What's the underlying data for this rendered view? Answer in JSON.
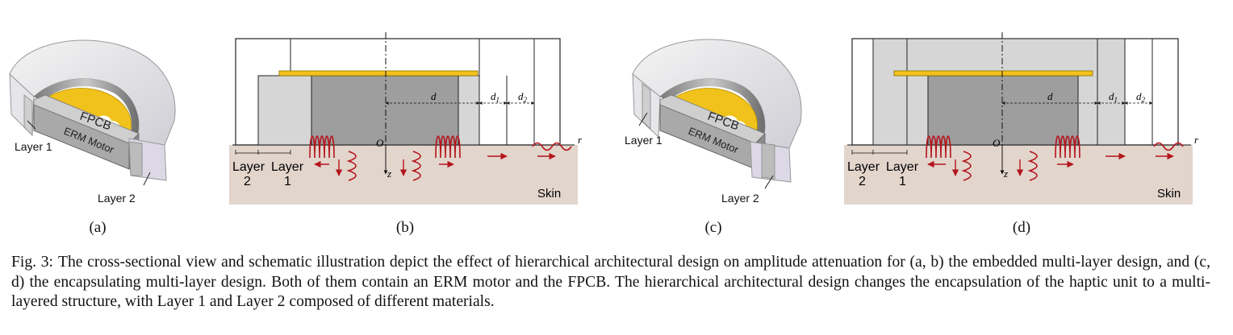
{
  "panels": {
    "a": {
      "label": "(a)",
      "layer1": "Layer 1",
      "layer2": "Layer 2",
      "fpcb": "FPCB",
      "motor": "ERM Motor"
    },
    "b": {
      "label": "(b)",
      "layer2_l1": "Layer",
      "layer2_l2": "2",
      "layer1_l1": "Layer",
      "layer1_l2": "1",
      "origin": "O",
      "axis_r": "r",
      "axis_z": "z",
      "dim_d": "d",
      "dim_d1": "d",
      "dim_d1_sub": "1",
      "dim_d2": "d",
      "dim_d2_sub": "2",
      "skin": "Skin"
    },
    "c": {
      "label": "(c)",
      "layer1": "Layer 1",
      "layer2": "Layer 2",
      "fpcb": "FPCB",
      "motor": "ERM Motor"
    },
    "d": {
      "label": "(d)",
      "layer2_l1": "Layer",
      "layer2_l2": "2",
      "layer1_l1": "Layer",
      "layer1_l2": "1",
      "origin": "O",
      "axis_r": "r",
      "axis_z": "z",
      "dim_d": "d",
      "dim_d1": "d",
      "dim_d1_sub": "1",
      "dim_d2": "d",
      "dim_d2_sub": "2",
      "skin": "Skin"
    }
  },
  "caption": {
    "label": "Fig. 3:",
    "text": "The cross-sectional view and schematic illustration depict the effect of hierarchical architectural design on amplitude attenuation for (a, b) the embedded multi-layer design, and (c, d) the encapsulating multi-layer design. Both of them contain an ERM motor and the FPCB. The hierarchical architectural design changes the encapsulation of the haptic unit to a multi-layered structure, with Layer 1 and Layer 2 composed of different materials."
  },
  "colors": {
    "skin": "#e2d5cc",
    "fpcb": "#f2c21c",
    "motor_dark": "#9a9a9a",
    "layer_light": "#d6d6d6",
    "wave_red": "#b4151c"
  }
}
